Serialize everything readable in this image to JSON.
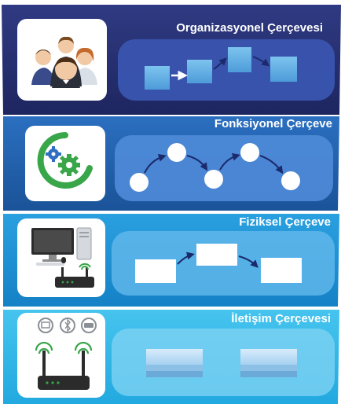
{
  "layers": [
    {
      "title": "Organizasyonel Çerçevesi",
      "icon": "people-icon",
      "color": "#27306e"
    },
    {
      "title": "Fonksiyonel Çerçeve",
      "icon": "gears-icon",
      "color": "#1f5fae"
    },
    {
      "title": "Fiziksel Çerçeve",
      "icon": "computer-router-icon",
      "color": "#1b8fd5"
    },
    {
      "title": "İletişim Çerçevesi",
      "icon": "router-wireless-icon",
      "color": "#2fb6e6"
    }
  ],
  "colors": {
    "accent_green": "#3aa64a",
    "panel_white": "#ffffff"
  }
}
